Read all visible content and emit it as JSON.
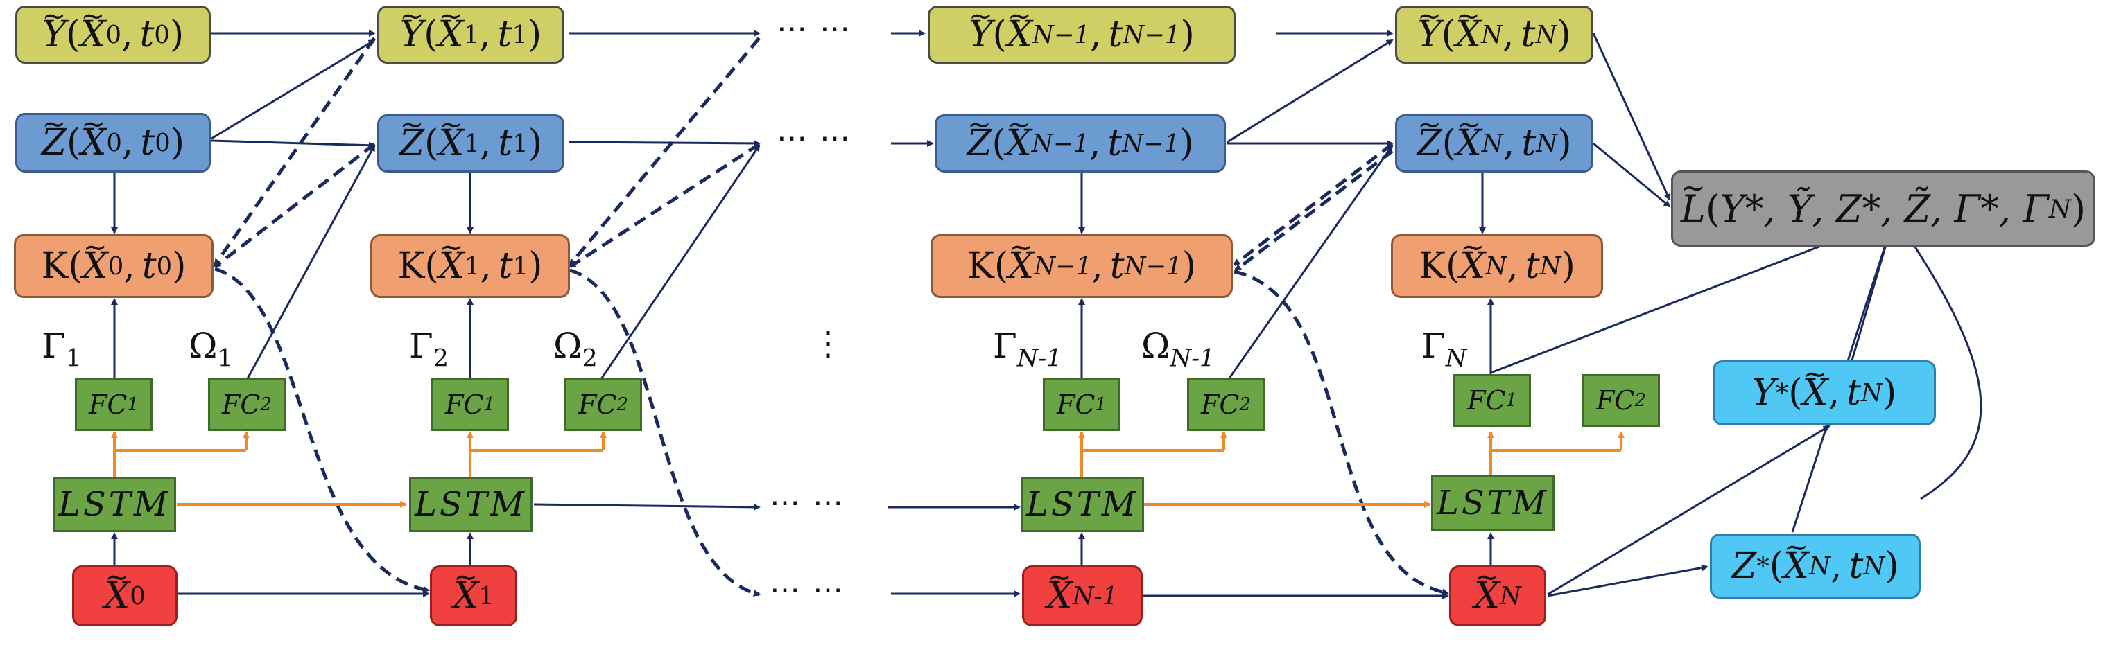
{
  "colors": {
    "y_box": "#cfcf66",
    "z_box": "#6b9bd1",
    "k_box": "#f0a070",
    "fc_lstm_box": "#6aa444",
    "x_box": "#f04040",
    "star_box": "#4fc8f5",
    "loss_box": "#999999",
    "arrow_navy": "#1a2a5c",
    "arrow_orange": "#f08a28"
  },
  "labels": {
    "fc1_main": "FC",
    "fc1_sub": "1",
    "fc2_main": "FC",
    "fc2_sub": "2",
    "lstm": "LSTM",
    "dots": "⋯ ⋯",
    "vdots": "⋮",
    "gamma": "Γ",
    "omega": "Ω",
    "sub_0": "0",
    "sub_1": "1",
    "sub_2": "2",
    "sub_N": "N",
    "sub_Nm1": "N-1",
    "sub_Nminus1": "N−1",
    "Y": "Y",
    "Z": "Z",
    "K": "K",
    "X": "X",
    "t": "t",
    "L": "L",
    "star": "*",
    "comma": ",",
    "lparen": "(",
    "rparen": ")",
    "loss_args": "Y*, Ỹ, Z*, Z̃, Γ*, Γ"
  }
}
